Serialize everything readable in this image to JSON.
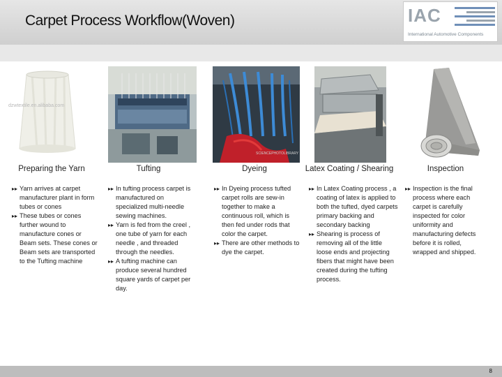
{
  "header": {
    "title": "Carpet Process Workflow(Woven)",
    "logo_text": "IAC",
    "logo_subtext": "International Automotive Components"
  },
  "photos": {
    "yarn_watermark": "dzwtextile.en.alibaba.com",
    "dyeing_watermark": "SCIENCEPHOTOLIBRARY"
  },
  "columns": [
    {
      "title": "Preparing the Yarn",
      "bullets": [
        "Yarn arrives at carpet manufacturer plant in form tubes or cones",
        "These tubes or cones further wound to manufacture cones or Beam sets. These cones or Beam sets are transported to the Tufting machine"
      ]
    },
    {
      "title": "Tufting",
      "bullets": [
        "In tufting process carpet is manufactured on specialized multi-needle sewing machines.",
        "Yarn is fed from the creel , one tube of yarn for each needle , and threaded through the needles.",
        "A tufting machine can produce several hundred square yards of carpet per day."
      ]
    },
    {
      "title": "Dyeing",
      "bullets": [
        "In Dyeing process tufted carpet rolls are sew-in together to make a continuous roll, which is then fed under rods that color the carpet.",
        "There are other methods to dye the carpet."
      ]
    },
    {
      "title": "Latex Coating / Shearing",
      "bullets": [
        "In Latex Coating process , a coating of latex is applied to both the tufted, dyed carpets primary backing and secondary backing",
        "Shearing is process of removing all of the little loose ends and projecting fibers that might have been created during the tufting process."
      ]
    },
    {
      "title": "Inspection",
      "bullets": [
        "Inspection is the final process where each carpet is carefully inspected for color uniformity and manufacturing defects before it is rolled, wrapped and shipped."
      ]
    }
  ],
  "footer": {
    "page_number": "8"
  },
  "colors": {
    "header_gray": "#d6d6d6",
    "footer_gray": "#bdbdbd",
    "logo_blue": "#6f8fb8"
  },
  "icons": {
    "bullet": "arrow-bullet-icon"
  }
}
